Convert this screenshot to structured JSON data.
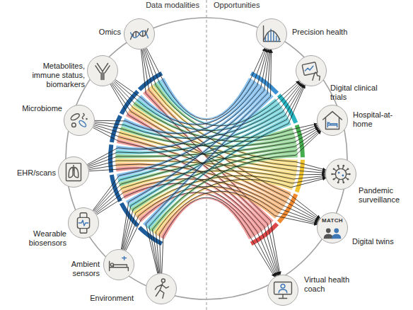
{
  "diagram": {
    "nodes": [
      {
        "text": [
          "Omics"
        ]
      },
      {
        "text": [
          "Metabolites, immune status, biomarkers"
        ]
      },
      {
        "text": [
          "Microbiome"
        ]
      },
      {
        "text": [
          "EHR/scans"
        ]
      },
      {
        "text": [
          "Wearable biosensors"
        ]
      },
      {
        "text": [
          "Ambient sensors"
        ]
      },
      {
        "text": [
          "Environment"
        ]
      },
      {
        "text": [
          "Precision health"
        ]
      },
      {
        "text": [
          "Digital clinical trials"
        ]
      },
      {
        "text": [
          "Hospital-at-home"
        ]
      },
      {
        "text": [
          "Pandemic surveillance"
        ]
      },
      {
        "text": [
          "MATCH",
          "Digital twins"
        ]
      },
      {
        "text": [
          "Virtual health coach"
        ]
      }
    ],
    "edges": [
      {
        "from": 0,
        "to": 7,
        "arrow": "to"
      },
      {
        "from": 0,
        "to": 8,
        "arrow": "to"
      },
      {
        "from": 0,
        "to": 9,
        "arrow": "to"
      },
      {
        "from": 0,
        "to": 10,
        "arrow": "to"
      },
      {
        "from": 0,
        "to": 11,
        "arrow": "to"
      },
      {
        "from": 0,
        "to": 12,
        "arrow": "to"
      },
      {
        "from": 1,
        "to": 7,
        "arrow": "to"
      },
      {
        "from": 1,
        "to": 8,
        "arrow": "to"
      },
      {
        "from": 1,
        "to": 9,
        "arrow": "to"
      },
      {
        "from": 1,
        "to": 10,
        "arrow": "to"
      },
      {
        "from": 1,
        "to": 11,
        "arrow": "to"
      },
      {
        "from": 1,
        "to": 12,
        "arrow": "to"
      },
      {
        "from": 2,
        "to": 7,
        "arrow": "to"
      },
      {
        "from": 2,
        "to": 8,
        "arrow": "to"
      },
      {
        "from": 2,
        "to": 9,
        "arrow": "to"
      },
      {
        "from": 2,
        "to": 10,
        "arrow": "to"
      },
      {
        "from": 2,
        "to": 11,
        "arrow": "to"
      },
      {
        "from": 2,
        "to": 12,
        "arrow": "to"
      },
      {
        "from": 3,
        "to": 7,
        "arrow": "to"
      },
      {
        "from": 3,
        "to": 8,
        "arrow": "to"
      },
      {
        "from": 3,
        "to": 9,
        "arrow": "to"
      },
      {
        "from": 3,
        "to": 10,
        "arrow": "to"
      },
      {
        "from": 3,
        "to": 11,
        "arrow": "to"
      },
      {
        "from": 3,
        "to": 12,
        "arrow": "to"
      },
      {
        "from": 4,
        "to": 7,
        "arrow": "to"
      },
      {
        "from": 4,
        "to": 8,
        "arrow": "to"
      },
      {
        "from": 4,
        "to": 9,
        "arrow": "to"
      },
      {
        "from": 4,
        "to": 10,
        "arrow": "to"
      },
      {
        "from": 4,
        "to": 11,
        "arrow": "to"
      },
      {
        "from": 4,
        "to": 12,
        "arrow": "to"
      },
      {
        "from": 5,
        "to": 7,
        "arrow": "to"
      },
      {
        "from": 5,
        "to": 8,
        "arrow": "to"
      },
      {
        "from": 5,
        "to": 9,
        "arrow": "to"
      },
      {
        "from": 5,
        "to": 10,
        "arrow": "to"
      },
      {
        "from": 5,
        "to": 11,
        "arrow": "to"
      },
      {
        "from": 5,
        "to": 12,
        "arrow": "to"
      },
      {
        "from": 6,
        "to": 7,
        "arrow": "to"
      },
      {
        "from": 6,
        "to": 8,
        "arrow": "to"
      },
      {
        "from": 6,
        "to": 9,
        "arrow": "to"
      },
      {
        "from": 6,
        "to": 10,
        "arrow": "to"
      },
      {
        "from": 6,
        "to": 11,
        "arrow": "to"
      },
      {
        "from": 6,
        "to": 12,
        "arrow": "to"
      }
    ],
    "labels": [
      "Data modalities",
      "Opportunities"
    ]
  }
}
